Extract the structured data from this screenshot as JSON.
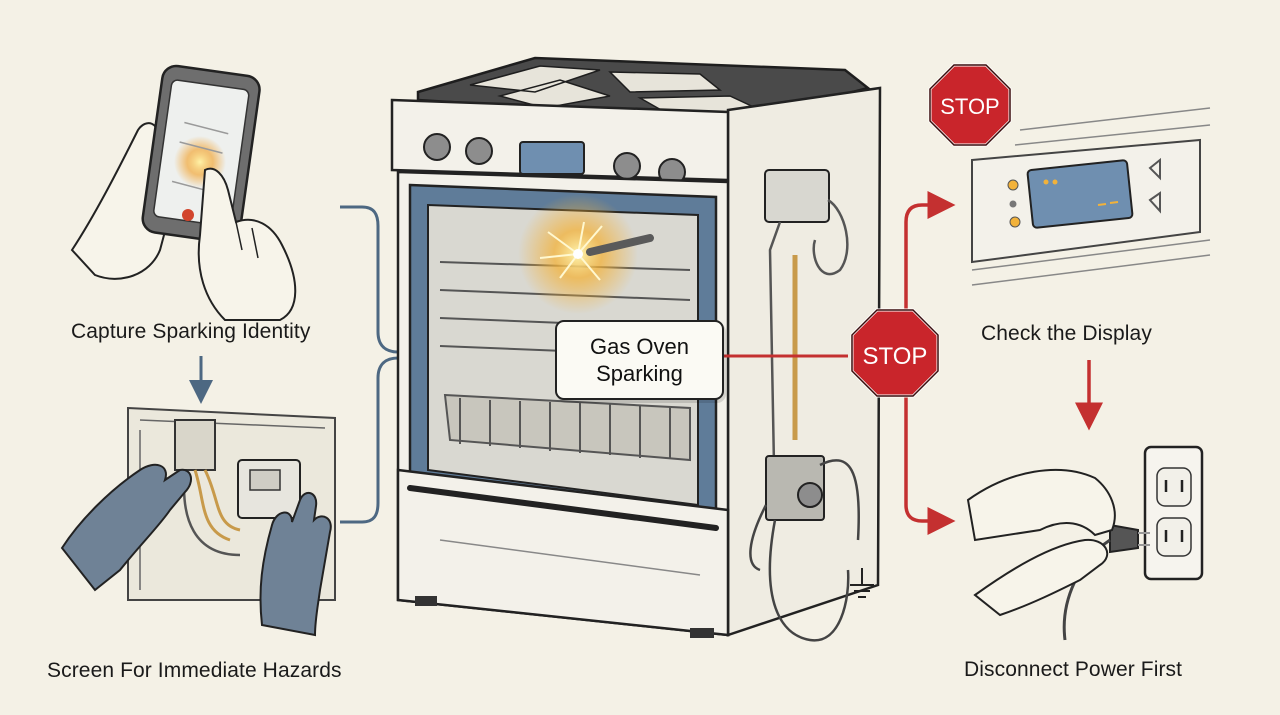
{
  "labels": {
    "capture": "Capture Sparking Identity",
    "screen": "Screen For Immediate Hazards",
    "check": "Check the Display",
    "disconnect": "Disconnect Power First"
  },
  "center": {
    "line1": "Gas Oven",
    "line2": "Sparking"
  },
  "stop_signs": {
    "top": "STOP",
    "middle": "STOP"
  },
  "colors": {
    "background": "#f4f1e6",
    "arrow_blue": "#4d6882",
    "arrow_red": "#c43030",
    "stop_red": "#c9252b",
    "glove": "#6f8296",
    "oven_window": "#5f7c99"
  },
  "icons": [
    "smartphone-icon",
    "hand-icon",
    "glove-icon",
    "oven-icon",
    "stop-sign-icon",
    "control-panel-icon",
    "outlet-icon",
    "plug-icon",
    "ground-icon"
  ]
}
